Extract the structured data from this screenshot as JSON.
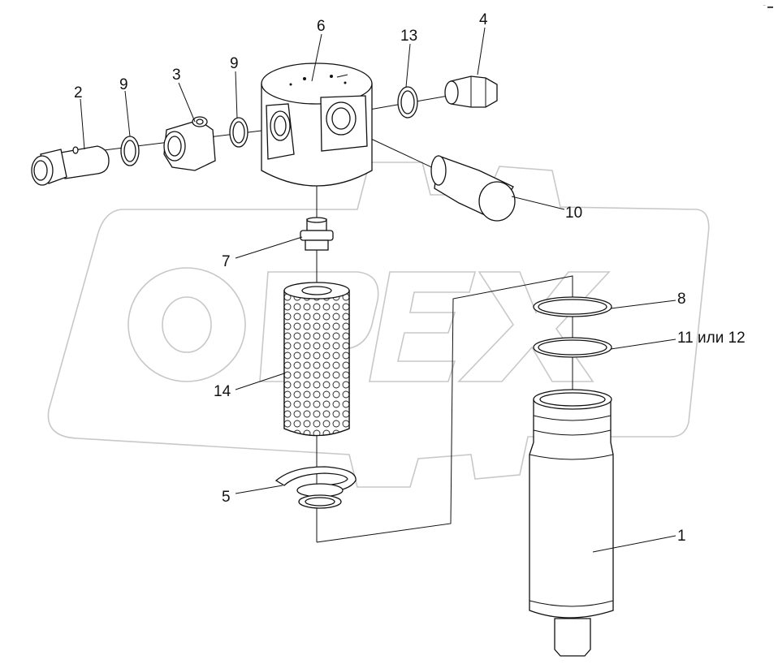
{
  "watermark": "OPEX",
  "corner_mark": "⁻ ▬",
  "callouts": [
    {
      "id": "c1",
      "text": "1"
    },
    {
      "id": "c2",
      "text": "2"
    },
    {
      "id": "c3",
      "text": "3"
    },
    {
      "id": "c4",
      "text": "4"
    },
    {
      "id": "c5",
      "text": "5"
    },
    {
      "id": "c6",
      "text": "6"
    },
    {
      "id": "c7",
      "text": "7"
    },
    {
      "id": "c8",
      "text": "8"
    },
    {
      "id": "c9a",
      "text": "9"
    },
    {
      "id": "c9b",
      "text": "9"
    },
    {
      "id": "c10",
      "text": "10"
    },
    {
      "id": "c11",
      "text": "11 или 12"
    },
    {
      "id": "c13",
      "text": "13"
    },
    {
      "id": "c14",
      "text": "14"
    }
  ]
}
